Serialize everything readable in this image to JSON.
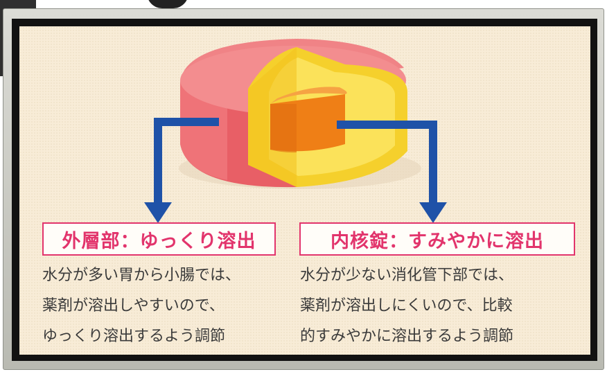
{
  "layers": {
    "outer": {
      "label": "外層部：ゆっくり溶出",
      "lines": [
        "水分が多い胃から小腸では、",
        "薬剤が溶出しやすいので、",
        "ゆっくり溶出するよう調節"
      ]
    },
    "core": {
      "label": "内核錠：すみやかに溶出",
      "lines": [
        "水分が少ない消化管下部では、",
        "薬剤が溶出しにくいので、比較",
        "的すみやかに溶出するよう調節"
      ]
    }
  },
  "colors": {
    "accent": "#e2346c",
    "arrow": "#1f52a8",
    "outer_layer": "#ef6f73",
    "middle_layer": "#f6d62e",
    "core": "#f08a1e"
  }
}
